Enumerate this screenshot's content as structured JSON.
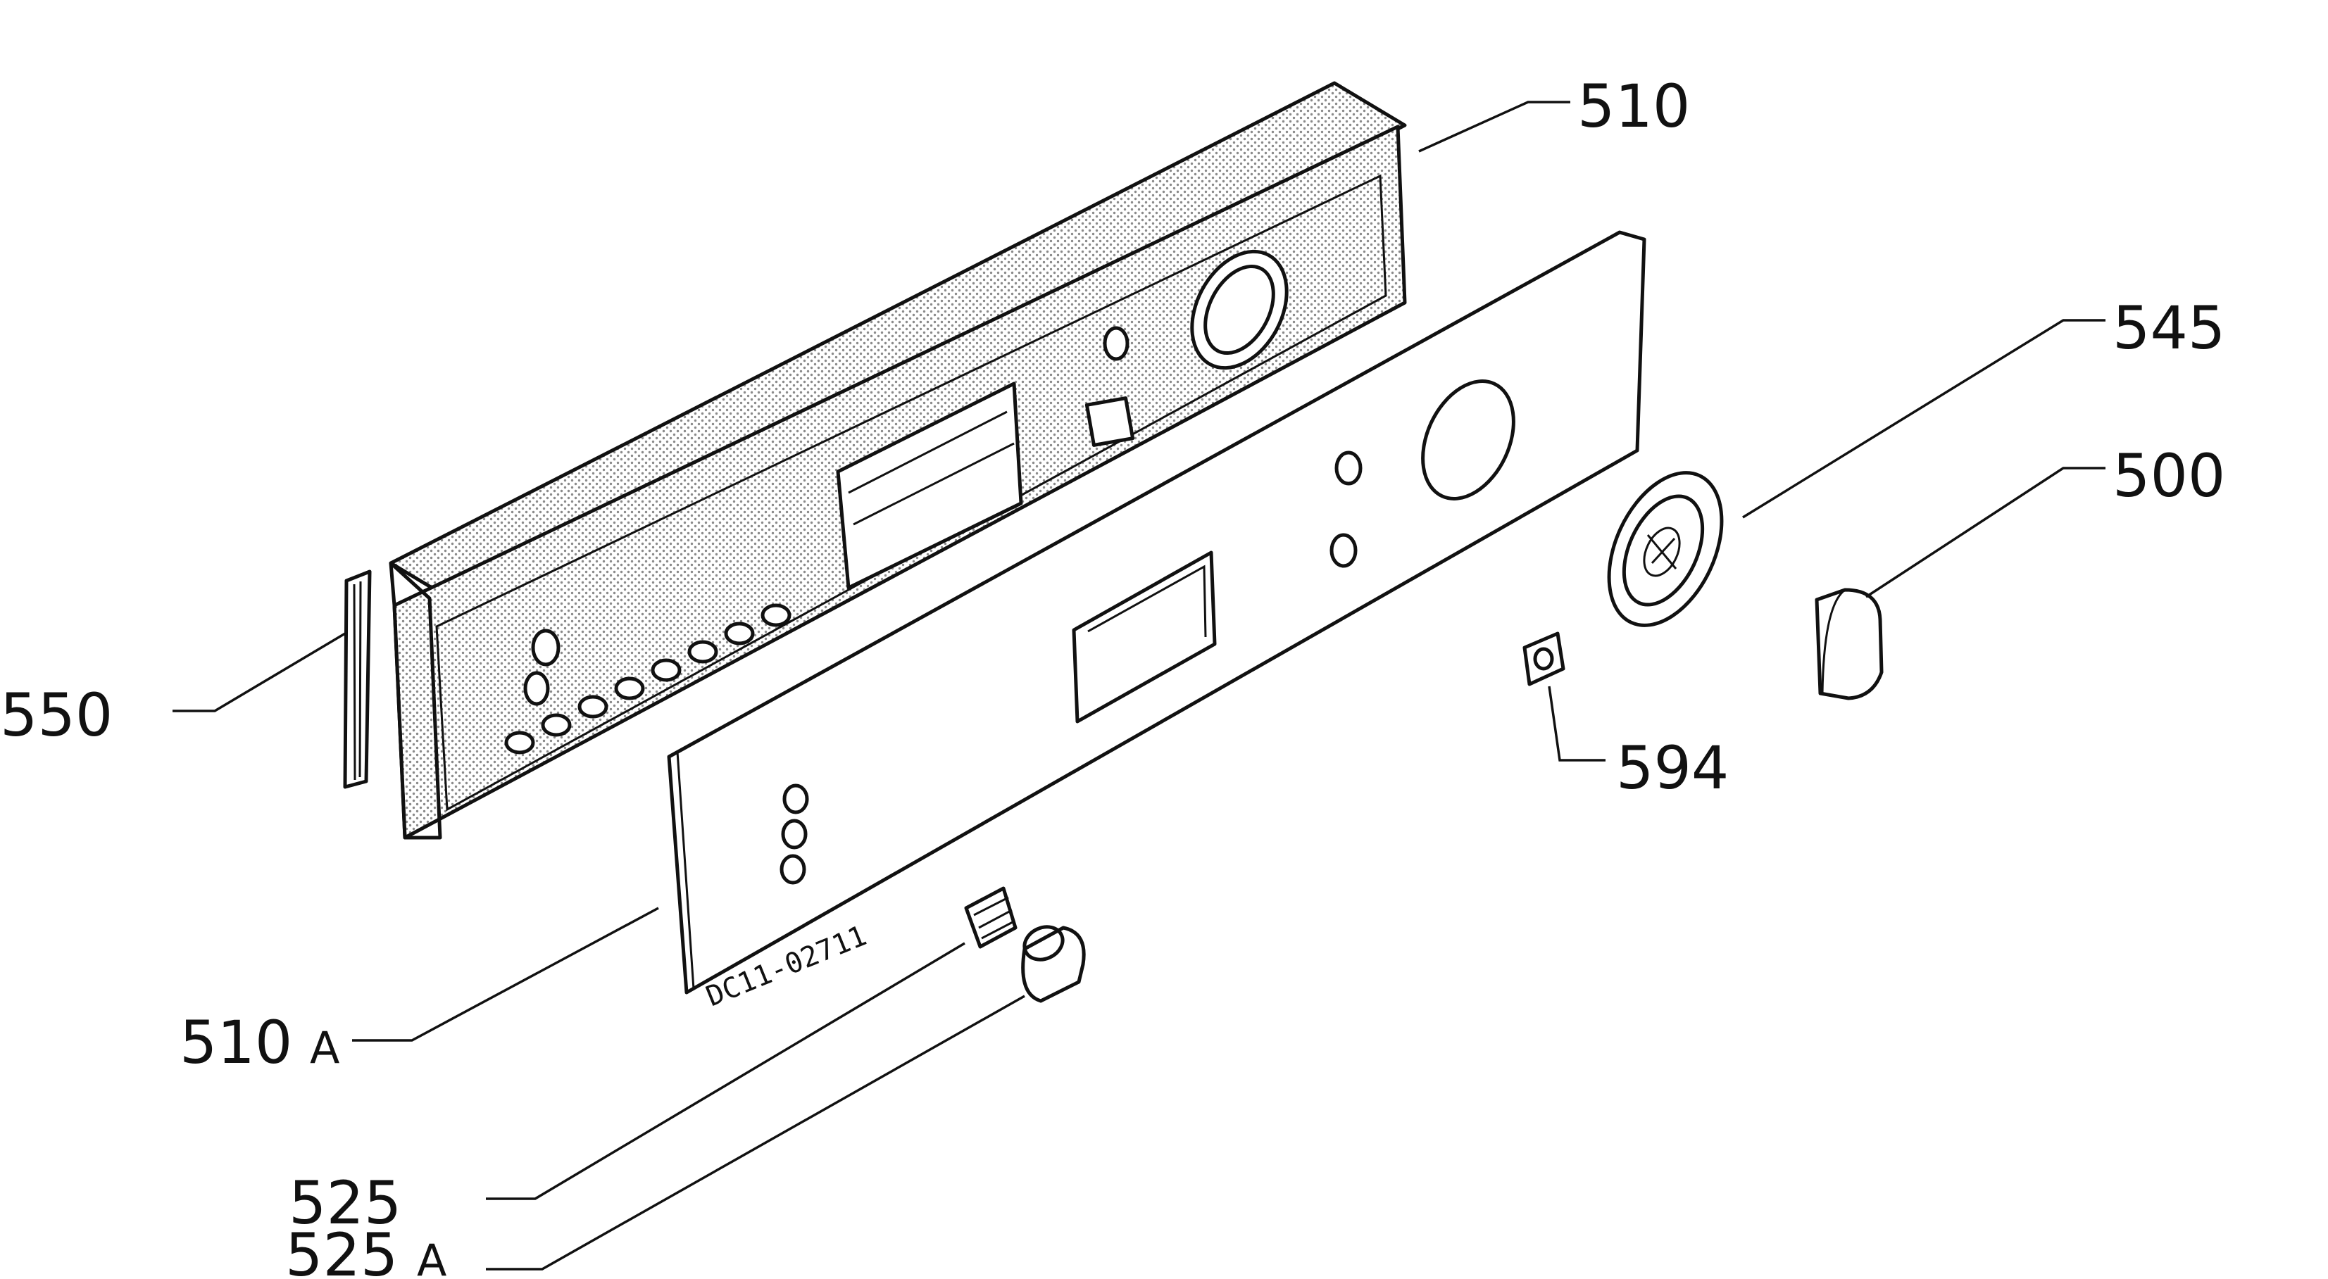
{
  "callouts": {
    "c510": "510",
    "c510a_num": "510",
    "c510a_suffix": "A",
    "c545": "545",
    "c500": "500",
    "c594": "594",
    "c550": "550",
    "c525": "525",
    "c525a_num": "525",
    "c525a_suffix": "A"
  },
  "panel_marking": "DC11-02711",
  "colors": {
    "ink": "#111111",
    "paper": "#ffffff",
    "stipple": "#8a8a8a"
  }
}
